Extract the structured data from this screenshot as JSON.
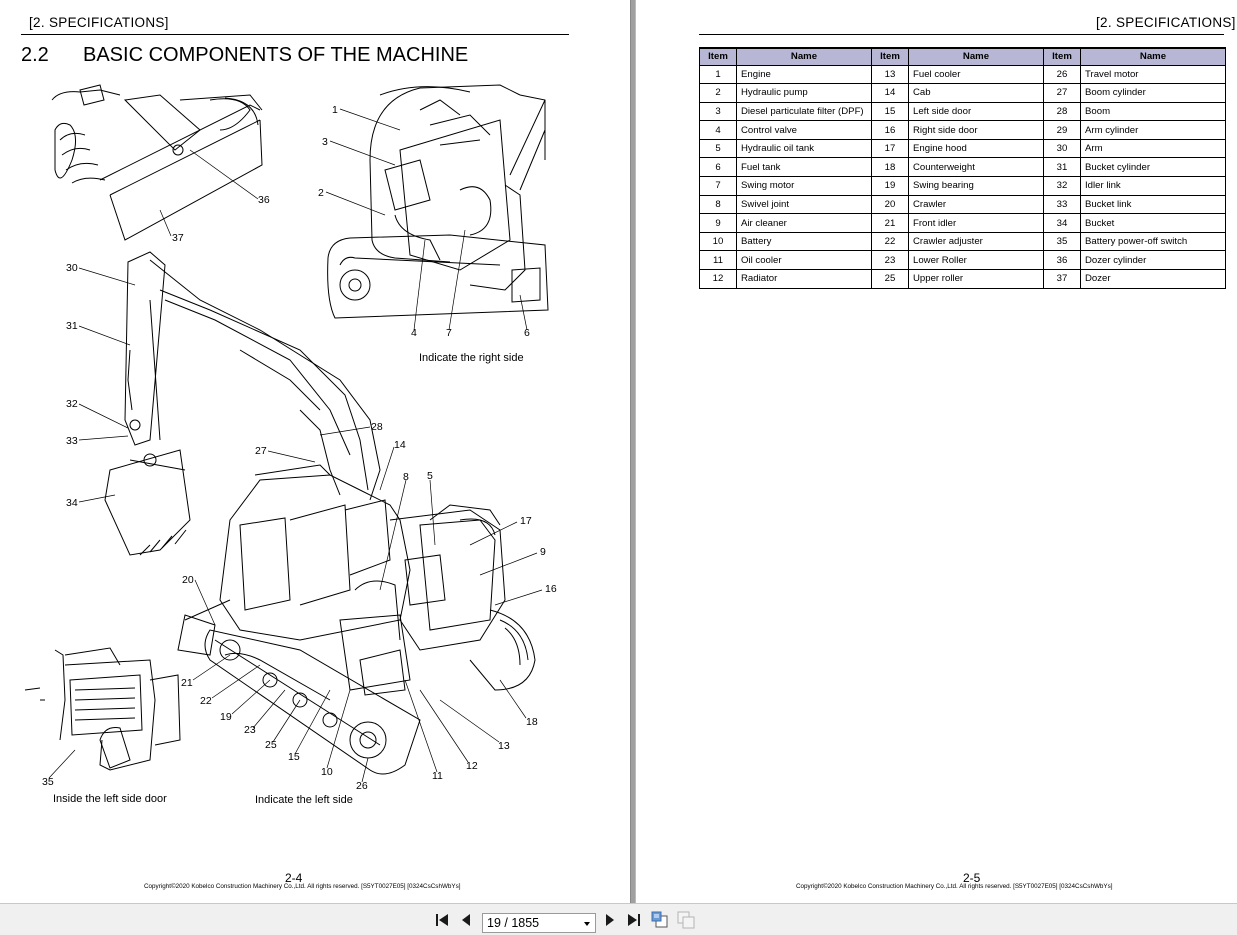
{
  "left_page": {
    "header": "[2.   SPECIFICATIONS]",
    "section_number": "2.2",
    "section_title": "BASIC COMPONENTS OF THE MACHINE",
    "captions": {
      "right_side": "Indicate the right side",
      "inside_left_door": "Inside the left side door",
      "left_side": "Indicate the left side"
    },
    "callouts": [
      "1",
      "2",
      "3",
      "4",
      "5",
      "6",
      "7",
      "8",
      "9",
      "10",
      "11",
      "12",
      "13",
      "14",
      "15",
      "16",
      "17",
      "18",
      "19",
      "20",
      "21",
      "22",
      "23",
      "25",
      "26",
      "27",
      "28",
      "30",
      "31",
      "32",
      "33",
      "34",
      "35",
      "36",
      "37"
    ],
    "page_number": "2-4",
    "copyright": "Copyright©2020 Kobelco Construction Machinery Co.,Ltd. All rights reserved. [S5YT0027E05] [0324CsCshWbYs]"
  },
  "right_page": {
    "header": "[2.   SPECIFICATIONS]",
    "table": {
      "headers": [
        "Item",
        "Name",
        "Item",
        "Name",
        "Item",
        "Name"
      ],
      "rows": [
        [
          "1",
          "Engine",
          "13",
          "Fuel cooler",
          "26",
          "Travel motor"
        ],
        [
          "2",
          "Hydraulic pump",
          "14",
          "Cab",
          "27",
          "Boom cylinder"
        ],
        [
          "3",
          "Diesel particulate filter (DPF)",
          "15",
          "Left side door",
          "28",
          "Boom"
        ],
        [
          "4",
          "Control valve",
          "16",
          "Right side door",
          "29",
          "Arm cylinder"
        ],
        [
          "5",
          "Hydraulic oil tank",
          "17",
          "Engine hood",
          "30",
          "Arm"
        ],
        [
          "6",
          "Fuel tank",
          "18",
          "Counterweight",
          "31",
          "Bucket cylinder"
        ],
        [
          "7",
          "Swing motor",
          "19",
          "Swing bearing",
          "32",
          "Idler link"
        ],
        [
          "8",
          "Swivel joint",
          "20",
          "Crawler",
          "33",
          "Bucket link"
        ],
        [
          "9",
          "Air cleaner",
          "21",
          "Front idler",
          "34",
          "Bucket"
        ],
        [
          "10",
          "Battery",
          "22",
          "Crawler adjuster",
          "35",
          "Battery power-off switch"
        ],
        [
          "11",
          "Oil cooler",
          "23",
          "Lower Roller",
          "36",
          "Dozer cylinder"
        ],
        [
          "12",
          "Radiator",
          "25",
          "Upper roller",
          "37",
          "Dozer"
        ]
      ]
    },
    "page_number": "2-5",
    "copyright": "Copyright©2020 Kobelco Construction Machinery Co.,Ltd. All rights reserved. [S5YT0027E05] [0324CsCshWbYs]"
  },
  "viewer": {
    "page_indicator": "19 / 1855",
    "icons": [
      "first-page-icon",
      "previous-page-icon",
      "next-page-icon",
      "last-page-icon",
      "fit-page-icon",
      "fit-width-icon"
    ]
  },
  "colors": {
    "table_header": "#b7b7d5",
    "toolbar": "#f0f0f0",
    "gutter": "#a0a0a0"
  }
}
